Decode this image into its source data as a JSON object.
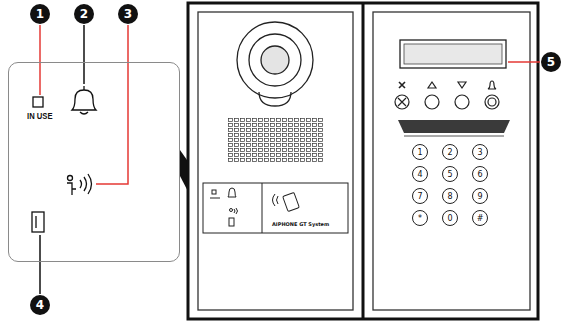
{
  "diagram": {
    "nodes": [
      {
        "text": [
          "1"
        ]
      },
      {
        "text": [
          "2"
        ]
      },
      {
        "text": [
          "3"
        ]
      },
      {
        "text": [
          "5"
        ]
      },
      {
        "text": [
          "IN USE"
        ]
      },
      {
        "text": [
          "4"
        ]
      },
      {
        "text": [
          "1"
        ]
      },
      {
        "text": [
          "2"
        ]
      },
      {
        "text": [
          "3"
        ]
      },
      {
        "text": [
          "4"
        ]
      },
      {
        "text": [
          "5"
        ]
      },
      {
        "text": [
          "6"
        ]
      },
      {
        "text": [
          "7"
        ]
      },
      {
        "text": [
          "8"
        ]
      },
      {
        "text": [
          "9"
        ]
      },
      {
        "text": [
          "*"
        ]
      },
      {
        "text": [
          "0"
        ]
      },
      {
        "text": [
          "#"
        ]
      }
    ],
    "labels": [
      "AIPHONE GT System"
    ]
  }
}
